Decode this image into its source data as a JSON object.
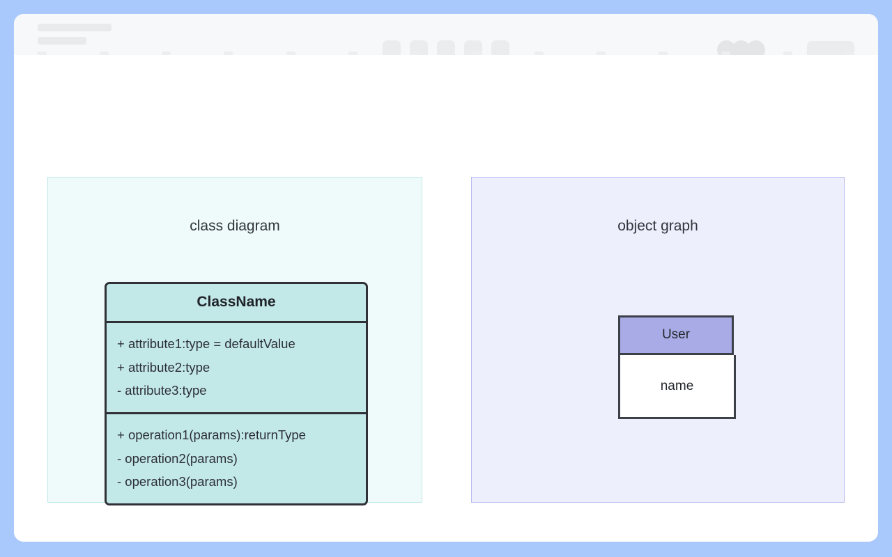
{
  "window": {
    "header": {
      "left_placeholders": [
        "address-bar-placeholder",
        "subtitle-placeholder"
      ],
      "tab_count": 5,
      "avatar_count": 3,
      "action_button": ""
    },
    "nub_count": 14
  },
  "panels": [
    {
      "id": "class-diagram",
      "title": "class diagram",
      "background": "#effbfa",
      "border": "#bfe8e6"
    },
    {
      "id": "object-graph",
      "title": "object graph",
      "background": "#eeeffc",
      "border": "#b9baee"
    }
  ],
  "uml_class": {
    "name": "ClassName",
    "fill": "#c3e8e8",
    "stroke": "#2f3136",
    "attributes": [
      "+ attribute1:type = defaultValue",
      "+ attribute2:type",
      "- attribute3:type"
    ],
    "operations": [
      "+ operation1(params):returnType",
      "- operation2(params)",
      "- operation3(params)"
    ]
  },
  "object_instance": {
    "name": "User",
    "header_fill": "#a9abe6",
    "body_fill": "#ffffff",
    "stroke": "#3c4048",
    "fields": [
      "name"
    ]
  }
}
